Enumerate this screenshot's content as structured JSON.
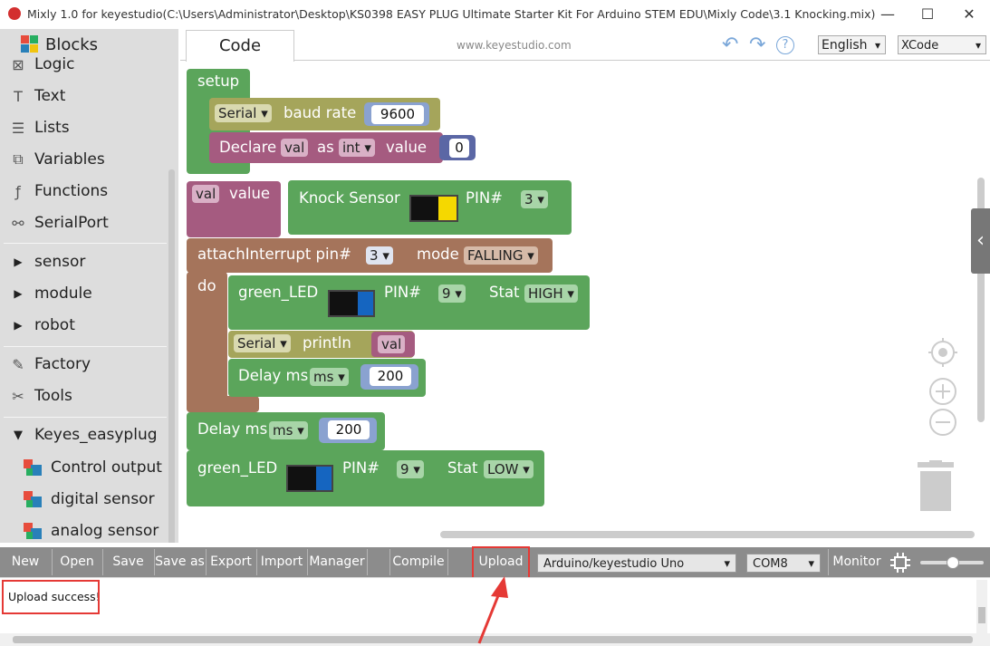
{
  "window": {
    "title": "Mixly 1.0 for keyestudio(C:\\Users\\Administrator\\Desktop\\KS0398 EASY PLUG Ultimate Starter Kit For Arduino STEM EDU\\Mixly Code\\3.1 Knocking.mix)",
    "minimize_glyph": "—",
    "maximize_glyph": "☐",
    "close_glyph": "✕"
  },
  "sidebar": {
    "header": "Blocks",
    "items": [
      {
        "label": "Logic",
        "icon": "logic-icon",
        "glyph": "⊠"
      },
      {
        "label": "Text",
        "icon": "text-icon",
        "glyph": "T"
      },
      {
        "label": "Lists",
        "icon": "list-icon",
        "glyph": "☰"
      },
      {
        "label": "Variables",
        "icon": "variables-icon",
        "glyph": "⧉"
      },
      {
        "label": "Functions",
        "icon": "function-icon",
        "glyph": "ƒ"
      },
      {
        "label": "SerialPort",
        "icon": "serialport-icon",
        "glyph": "⚯"
      },
      {
        "label": "sensor",
        "icon": "expand-arrow-icon",
        "glyph": "▶"
      },
      {
        "label": "module",
        "icon": "expand-arrow-icon",
        "glyph": "▶"
      },
      {
        "label": "robot",
        "icon": "expand-arrow-icon",
        "glyph": "▶"
      },
      {
        "label": "Factory",
        "icon": "factory-icon",
        "glyph": "✎"
      },
      {
        "label": "Tools",
        "icon": "tools-icon",
        "glyph": "✂"
      },
      {
        "label": "Keyes_easyplug",
        "icon": "collapse-arrow-icon",
        "glyph": "▼"
      },
      {
        "label": "Control output",
        "icon": "blocks-icon",
        "glyph": ""
      },
      {
        "label": "digital sensor",
        "icon": "blocks-icon",
        "glyph": ""
      },
      {
        "label": "analog sensor",
        "icon": "blocks-icon",
        "glyph": ""
      }
    ]
  },
  "header": {
    "tab": "Code",
    "site": "www.keyestudio.com",
    "undo_glyph": "↶",
    "redo_glyph": "↷",
    "help_glyph": "?",
    "language": "English",
    "mode": "XCode",
    "dropdown_arrow": "▾"
  },
  "blocks": {
    "setup": "setup",
    "serial": "Serial",
    "baud_rate": "baud rate",
    "baud_value": "9600",
    "declare": "Declare",
    "var_name": "val",
    "as": "as",
    "type": "int",
    "value_word": "value",
    "init_value": "0",
    "val": "val",
    "value": "value",
    "knock_sensor": "Knock Sensor",
    "pin_label": "PIN#",
    "knock_pin": "3",
    "attach_interrupt": "attachInterrupt pin#",
    "interrupt_pin": "3",
    "mode_label": "mode",
    "mode_value": "FALLING",
    "do": "do",
    "green_led": "green_LED",
    "led_pin": "9",
    "stat_label": "Stat",
    "stat_high": "HIGH",
    "println": "println",
    "delay_ms": "Delay ms",
    "ms_unit": "ms",
    "delay_inner": "200",
    "delay_outer": "200",
    "stat_low": "LOW"
  },
  "toolbar": {
    "new": "New",
    "open": "Open",
    "save": "Save",
    "save_as": "Save as",
    "export": "Export",
    "import": "Import",
    "manager": "Manager",
    "compile": "Compile",
    "upload": "Upload",
    "board": "Arduino/keyestudio Uno",
    "port": "COM8",
    "monitor": "Monitor"
  },
  "console": {
    "message": "Upload success!"
  },
  "colors": {
    "block_green": "#5ba55b",
    "block_olive": "#a5a55b",
    "block_magenta": "#a55b80",
    "block_brown": "#a5745b",
    "highlight_red": "#e53935"
  }
}
